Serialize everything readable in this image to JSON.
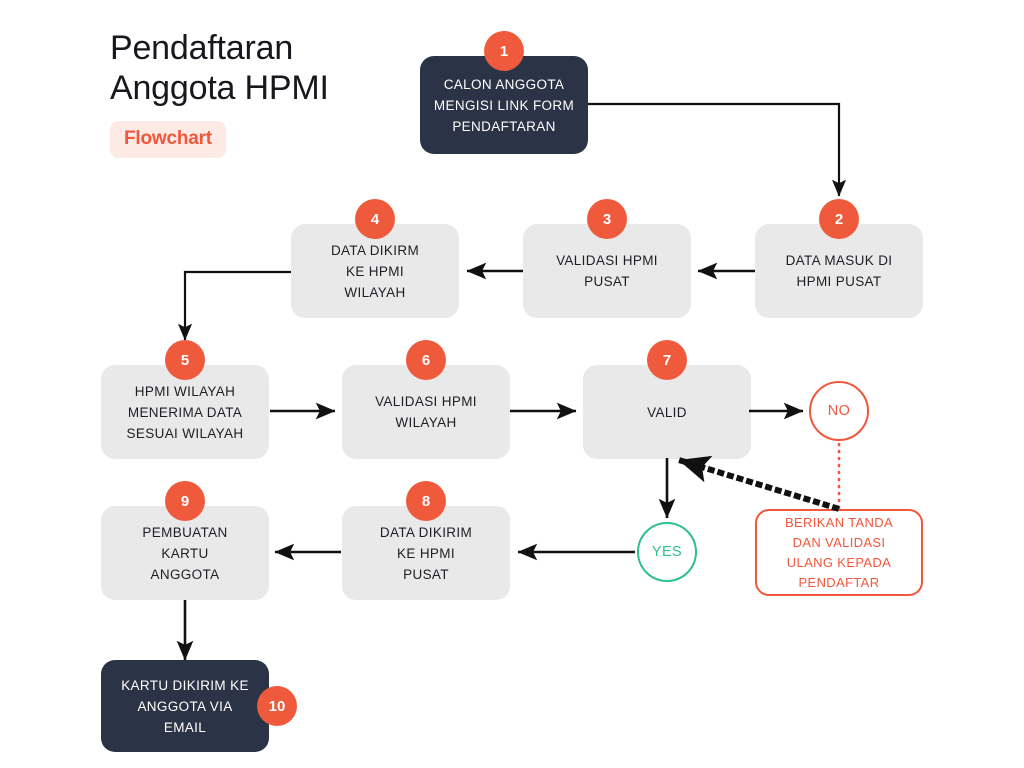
{
  "header": {
    "title": "Pendaftaran\nAnggota HPMI",
    "badge_label": "Flowchart"
  },
  "colors": {
    "accent_orange": "#ef5a3c",
    "badge_bg": "#fdeae5",
    "badge_text": "#f0573c",
    "node_gray": "#e9e9ea",
    "node_dark": "#2b3446",
    "yes_green": "#2dbf8e",
    "arrow_black": "#111111",
    "page_bg": "#ffffff"
  },
  "flow": {
    "nodes": [
      {
        "id": 1,
        "number": "1",
        "label": "CALON ANGGOTA\nMENGISI LINK FORM\nPENDAFTARAN",
        "style": "dark"
      },
      {
        "id": 2,
        "number": "2",
        "label": "DATA MASUK DI\nHPMI PUSAT",
        "style": "gray"
      },
      {
        "id": 3,
        "number": "3",
        "label": "VALIDASI HPMI\nPUSAT",
        "style": "gray"
      },
      {
        "id": 4,
        "number": "4",
        "label": "DATA DIKIRM\nKE HPMI\nWILAYAH",
        "style": "gray"
      },
      {
        "id": 5,
        "number": "5",
        "label": "HPMI WILAYAH\nMENERIMA DATA\nSESUAI WILAYAH",
        "style": "gray"
      },
      {
        "id": 6,
        "number": "6",
        "label": "VALIDASI HPMI\nWILAYAH",
        "style": "gray"
      },
      {
        "id": 7,
        "number": "7",
        "label": "VALID",
        "style": "gray"
      },
      {
        "id": 8,
        "number": "8",
        "label": "DATA DIKIRIM\nKE HPMI\nPUSAT",
        "style": "gray"
      },
      {
        "id": 9,
        "number": "9",
        "label": "PEMBUATAN\nKARTU\nANGGOTA",
        "style": "gray"
      },
      {
        "id": 10,
        "number": "10",
        "label": "KARTU DIKIRIM KE\nANGGOTA VIA\nEMAIL",
        "style": "dark"
      }
    ],
    "decisions": [
      {
        "id": "no",
        "label": "NO"
      },
      {
        "id": "yes",
        "label": "YES"
      }
    ],
    "callout": {
      "label": "BERIKAN TANDA\nDAN VALIDASI\nULANG KEPADA\nPENDAFTAR"
    }
  }
}
